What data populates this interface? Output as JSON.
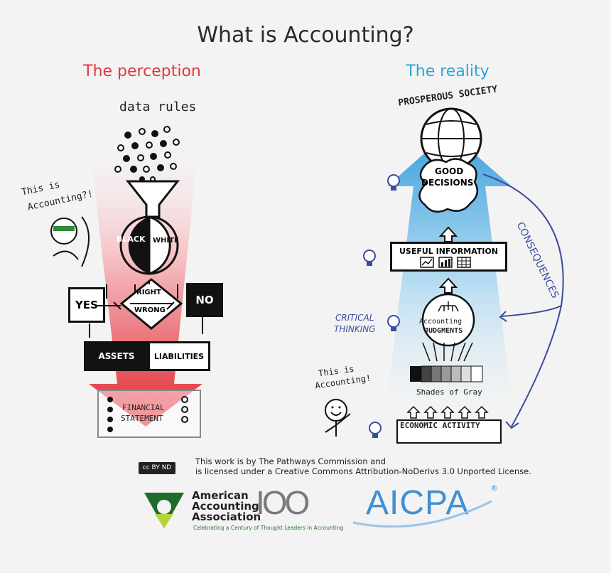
{
  "title": "What is Accounting?",
  "perception": {
    "heading": "The perception",
    "data_rules": "data rules",
    "this_is": "This is",
    "accounting": "Accounting?!",
    "black": "BLACK",
    "white": "WHITE",
    "right": "RIGHT",
    "wrong": "WRONG",
    "yes": "YES",
    "no": "NO",
    "assets": "ASSETS",
    "liabilities": "LIABILITIES",
    "financial": "FINANCIAL",
    "statement": "STATEMENT"
  },
  "reality": {
    "heading": "The reality",
    "prosperous_society": "PROSPEROUS SOCIETY",
    "good": "GOOD",
    "decisions": "DECISIONS",
    "consequences": "CONSEQUENCES",
    "useful_information": "USEFUL INFORMATION",
    "critical": "CRITICAL",
    "thinking": "THINKING",
    "accounting_judgments_1": "Accounting",
    "accounting_judgments_2": "JUDGMENTS",
    "shades_of_gray": "Shades of Gray",
    "this_is": "This is",
    "accounting": "Accounting!",
    "economic_activity": "ECONOMIC ACTIVITY"
  },
  "footer": {
    "cc_badge": "cc BY ND",
    "license_line1": "This work is by The Pathways Commission and",
    "license_line2": "is licensed under a Creative Commons Attribution-NoDerivs 3.0 Unported License.",
    "aaa_line1": "American",
    "aaa_line2": "Accounting",
    "aaa_line3": "Association",
    "aaa_100": "IOO",
    "aaa_tagline": "Celebrating a Century of Thought Leaders in Accounting",
    "aicpa": "AICPA",
    "aicpa_reg": "®"
  },
  "colors": {
    "perception": "#e03a3a",
    "reality": "#2aa7d4",
    "aicpa": "#3f8fd2",
    "aaa_green": "#1e6b2a"
  }
}
